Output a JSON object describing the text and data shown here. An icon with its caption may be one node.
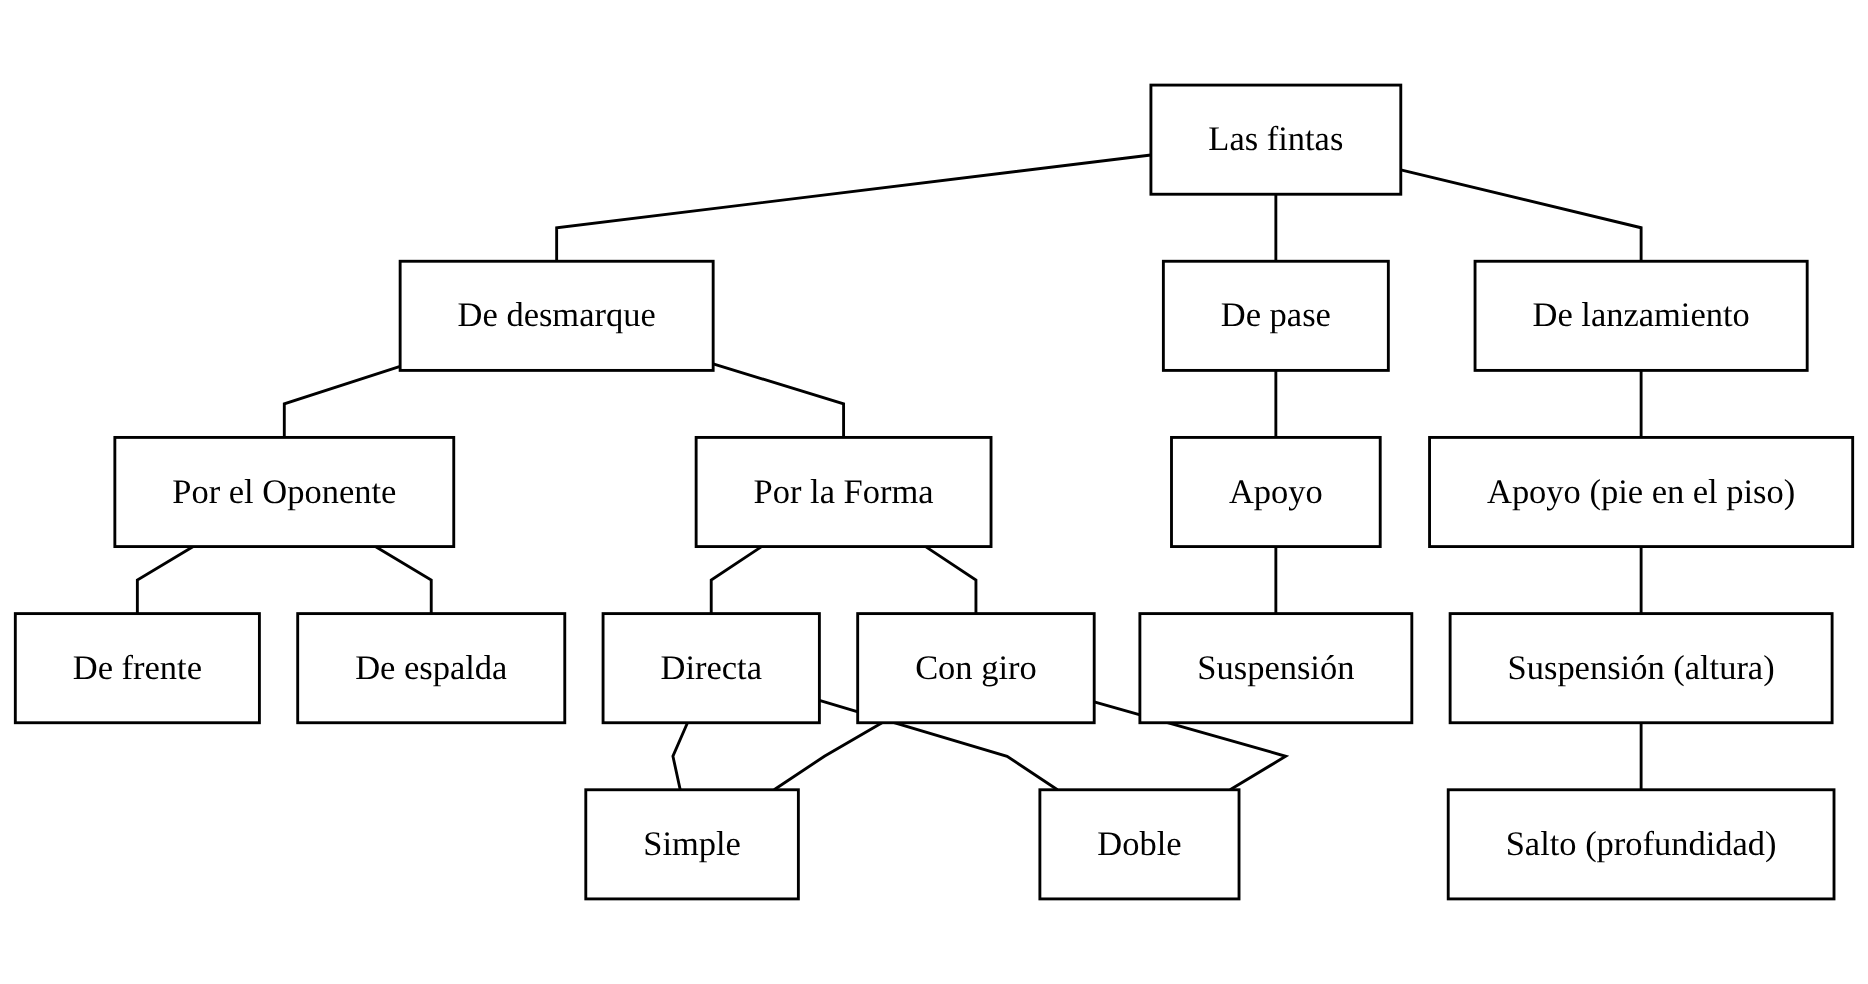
{
  "diagram": {
    "nodes": [
      {
        "text": [
          "Las fintas"
        ]
      },
      {
        "text": [
          "De desmarque"
        ]
      },
      {
        "text": [
          "De pase"
        ]
      },
      {
        "text": [
          "De lanzamiento"
        ]
      },
      {
        "text": [
          "Por el Oponente"
        ]
      },
      {
        "text": [
          "De frente"
        ]
      },
      {
        "text": [
          "De espalda"
        ]
      },
      {
        "text": [
          "Por la Forma"
        ]
      },
      {
        "text": [
          "Directa"
        ]
      },
      {
        "text": [
          "Con giro"
        ]
      },
      {
        "text": [
          "Simple"
        ]
      },
      {
        "text": [
          "Doble"
        ]
      },
      {
        "text": [
          "Apoyo"
        ]
      },
      {
        "text": [
          "Suspensión"
        ]
      },
      {
        "text": [
          "Apoyo (pie en el piso)"
        ]
      },
      {
        "text": [
          "Suspensión (altura)"
        ]
      },
      {
        "text": [
          "Salto (profundidad)"
        ]
      }
    ],
    "edges": [
      {
        "from": 0,
        "to": 1,
        "arrow": "none"
      },
      {
        "from": 0,
        "to": 2,
        "arrow": "none"
      },
      {
        "from": 0,
        "to": 3,
        "arrow": "none"
      },
      {
        "from": 1,
        "to": 4,
        "arrow": "none"
      },
      {
        "from": 1,
        "to": 7,
        "arrow": "none"
      },
      {
        "from": 4,
        "to": 5,
        "arrow": "none"
      },
      {
        "from": 4,
        "to": 6,
        "arrow": "none"
      },
      {
        "from": 7,
        "to": 8,
        "arrow": "none"
      },
      {
        "from": 7,
        "to": 9,
        "arrow": "none"
      },
      {
        "from": 8,
        "to": 10,
        "arrow": "none"
      },
      {
        "from": 8,
        "to": 11,
        "arrow": "none"
      },
      {
        "from": 9,
        "to": 10,
        "arrow": "none"
      },
      {
        "from": 9,
        "to": 11,
        "arrow": "none"
      },
      {
        "from": 2,
        "to": 12,
        "arrow": "none"
      },
      {
        "from": 12,
        "to": 13,
        "arrow": "none"
      },
      {
        "from": 3,
        "to": 14,
        "arrow": "none"
      },
      {
        "from": 14,
        "to": 15,
        "arrow": "none"
      },
      {
        "from": 15,
        "to": 16,
        "arrow": "none"
      }
    ]
  }
}
